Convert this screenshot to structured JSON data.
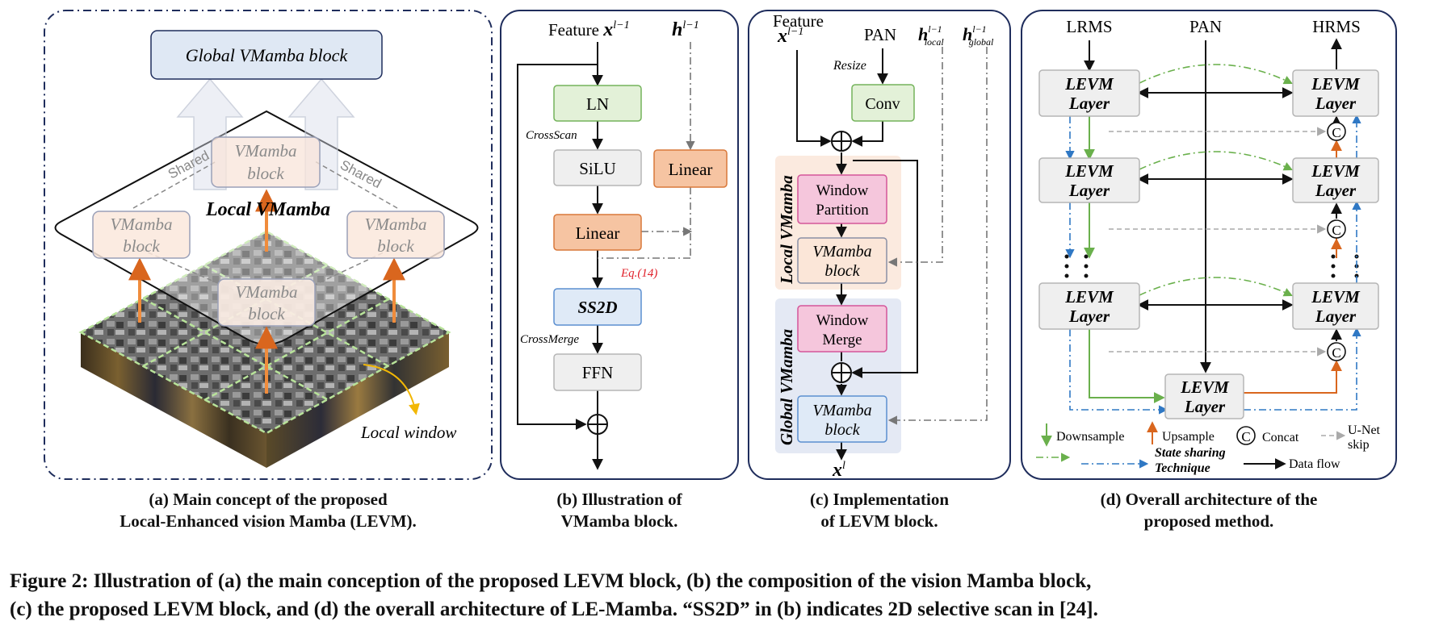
{
  "panel_a": {
    "global_block": "Global VMamba block",
    "local_label": "Local VMamba",
    "block_top": [
      "VMamba",
      "block"
    ],
    "block_left": [
      "VMamba",
      "block"
    ],
    "block_right": [
      "VMamba",
      "block"
    ],
    "block_center": [
      "VMamba",
      "block"
    ],
    "shared_left": "Shared",
    "shared_right": "Shared",
    "local_window": "Local window",
    "caption_1": "(a) Main concept of the proposed",
    "caption_2": "Local-Enhanced vision Mamba (LEVM)."
  },
  "panel_b": {
    "feature_text": "Feature",
    "x_symbol": "x",
    "x_sup": "l−1",
    "h_symbol": "h",
    "h_sup": "l−1",
    "ln": "LN",
    "crossscan": "CrossScan",
    "silu": "SiLU",
    "linear_right": "Linear",
    "linear_left": "Linear",
    "eq": "Eq.(14)",
    "ss2d": "SS2D",
    "crossmerge": "CrossMerge",
    "ffn": "FFN",
    "caption_1": "(b) Illustration of",
    "caption_2": "VMamba block."
  },
  "panel_c": {
    "feature_text": "Feature",
    "x_symbol": "x",
    "x_sup": "l−1",
    "pan": "PAN",
    "h_local_sub": "local",
    "h_global_sub": "global",
    "h_sup": "l−1",
    "resize": "Resize",
    "conv": "Conv",
    "window_partition": [
      "Window",
      "Partition"
    ],
    "vmamba_local": [
      "VMamba",
      "block"
    ],
    "window_merge": [
      "Window",
      "Merge"
    ],
    "vmamba_global": [
      "VMamba",
      "block"
    ],
    "local_vmamba": "Local VMamba",
    "global_vmamba": "Global VMamba",
    "out_symbol": "x",
    "out_sup": "l",
    "caption_1": "(c) Implementation",
    "caption_2": "of LEVM block."
  },
  "panel_d": {
    "lrms": "LRMS",
    "pan": "PAN",
    "hrms": "HRMS",
    "layer_line1": "LEVM",
    "layer_line2": "Layer",
    "concat_symbol": "C",
    "legend_downsample": "Downsample",
    "legend_upsample": "Upsample",
    "legend_concat": "Concat",
    "legend_unet": [
      "U-Net",
      "skip"
    ],
    "legend_state": [
      "State sharing",
      "Technique"
    ],
    "legend_dataflow": "Data flow",
    "caption_1": "(d) Overall architecture of the",
    "caption_2": "proposed method."
  },
  "figure_caption": {
    "line1": "Figure 2: Illustration of (a) the main conception of the proposed LEVM block, (b) the composition of the vision Mamba block,",
    "line2": "(c) the proposed LEVM block, and (d) the overall architecture of LE-Mamba. “SS2D” in (b) indicates 2D selective scan in [24]."
  },
  "colors": {
    "panel_border": "#1f2d5c",
    "ln_fill": "#e3f1d8",
    "ln_stroke": "#74b35b",
    "gray_fill": "#efefef",
    "gray_stroke": "#b5b5b5",
    "orange_fill": "#f6c4a2",
    "orange_stroke": "#d9783a",
    "blue_fill": "#dfeaf7",
    "blue_stroke": "#5b8fd0",
    "pink_fill": "#f5c6dc",
    "pink_stroke": "#d4569a",
    "peach_fill": "#fbe6d8",
    "peach_stroke": "#8a8fa5",
    "green_arrow": "#6ab04c",
    "orange_arrow": "#d9661e",
    "blue_dash": "#2f78c4",
    "eq_red": "#e0202a"
  }
}
